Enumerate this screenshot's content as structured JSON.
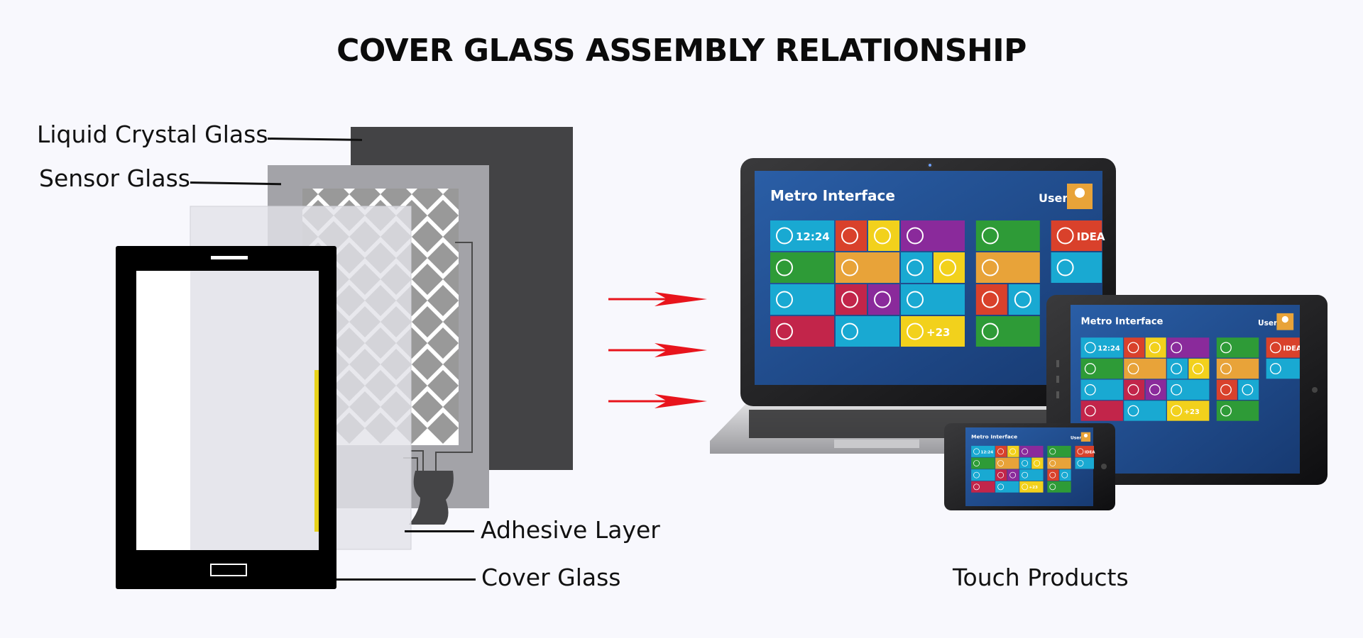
{
  "title": "COVER GLASS ASSEMBLY RELATIONSHIP",
  "labels": {
    "liquid_crystal_glass": "Liquid Crystal Glass",
    "sensor_glass": "Sensor Glass",
    "adhesive_layer": "Adhesive Layer",
    "cover_glass": "Cover Glass",
    "touch_products": "Touch Products"
  },
  "screen": {
    "heading": "Metro Interface",
    "user": "User",
    "clock": "12:24",
    "idea": "IDEA",
    "counter": "+23"
  },
  "colors": {
    "lcd_glass": "#434345",
    "sensor_frame": "#a3a3a8",
    "sensor_diamond": "#999999",
    "adhesive": "#e6e6ec",
    "cover_bezel": "#000000",
    "arrow": "#e8141c",
    "screen_bg": "#1f4a8c",
    "tile_blue": "#19a9d2",
    "tile_green": "#2e9b37",
    "tile_orange": "#e8a339",
    "tile_purple": "#8a2a9b",
    "tile_red": "#d9412b",
    "tile_yellow": "#f2d11c",
    "tile_crimson": "#c2254a"
  },
  "icons": [
    "clock-icon",
    "chart-icon",
    "photo-icon",
    "chat-icon",
    "cards-icon",
    "bulb-icon",
    "books-icon",
    "mail-icon",
    "graph-icon",
    "cup-icon",
    "hat-icon",
    "signpost-icon",
    "globe-icon",
    "camera-icon",
    "cart-icon",
    "star-icon",
    "pie-icon",
    "calendar-icon",
    "gears-icon",
    "sun-icon",
    "balls-icon",
    "user-icon"
  ]
}
